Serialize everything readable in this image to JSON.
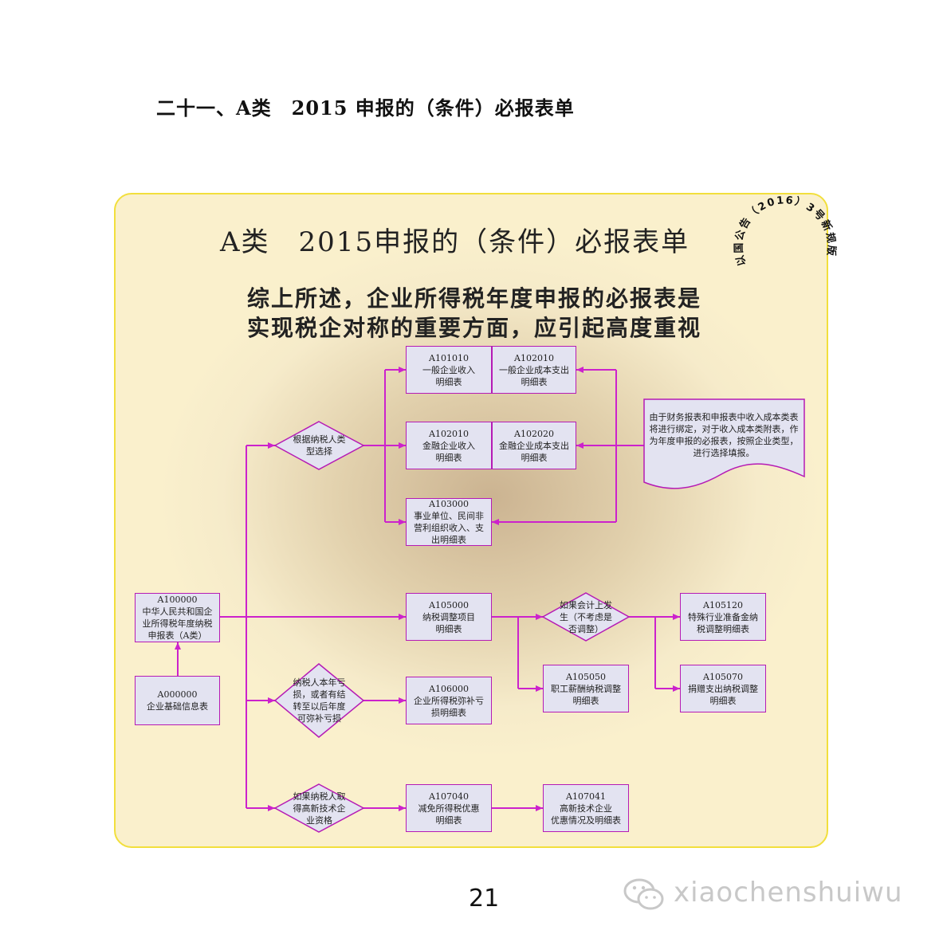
{
  "page": {
    "heading": "二十一、A类　2015 申报的（条件）必报表单",
    "page_number": "21",
    "watermark": "xiaochenshuiwu",
    "watermark_icon": "wechat-icon"
  },
  "panel": {
    "title": "A类　2015申报的（条件）必报表单",
    "summary_line1": "综上所述，企业所得税年度申报的必报表是",
    "summary_line2": "实现税企对称的重要方面，应引起高度重视",
    "stamp_text": "（2016）3号新规版",
    "stamp_left_text": "以国公告",
    "note": "由于财务报表和申报表中收入成本类表将进行绑定，对于收入成本类附表，作为年度申报的必报表，按照企业类型，进行选择填报。",
    "colors": {
      "panel_bg": "#faf0cc",
      "panel_border": "#f2df3c",
      "box_fill": "#e3e3f1",
      "connector": "#cc22cc"
    }
  },
  "nodes": {
    "a101010": {
      "code": "A101010",
      "l1": "一般企业收入",
      "l2": "明细表"
    },
    "a102010_general": {
      "code": "A102010",
      "l1": "一般企业成本支出",
      "l2": "明细表"
    },
    "a102010_fin": {
      "code": "A102010",
      "l1": "金融企业收入",
      "l2": "明细表"
    },
    "a102020": {
      "code": "A102020",
      "l1": "金融企业成本支出",
      "l2": "明细表"
    },
    "a103000": {
      "code": "A103000",
      "l1": "事业单位、民间非",
      "l2": "营利组织收入、支",
      "l3": "出明细表"
    },
    "a100000": {
      "code": "A100000",
      "l1": "中华人民共和国企",
      "l2": "业所得税年度纳税",
      "l3": "申报表（A类）"
    },
    "a000000": {
      "code": "A000000",
      "l1": "企业基础信息表"
    },
    "a105000": {
      "code": "A105000",
      "l1": "纳税调整项目",
      "l2": "明细表"
    },
    "a106000": {
      "code": "A106000",
      "l1": "企业所得税弥补亏",
      "l2": "损明细表"
    },
    "a107040": {
      "code": "A107040",
      "l1": "减免所得税优惠",
      "l2": "明细表"
    },
    "a105050": {
      "code": "A105050",
      "l1": "职工薪酬纳税调整",
      "l2": "明细表"
    },
    "a105120": {
      "code": "A105120",
      "l1": "特殊行业准备金纳",
      "l2": "税调整明细表"
    },
    "a105070": {
      "code": "A105070",
      "l1": "捐赠支出纳税调整",
      "l2": "明细表"
    },
    "a107041": {
      "code": "A107041",
      "l1": "高新技术企业",
      "l2": "优惠情况及明细表"
    }
  },
  "decisions": {
    "taxpayer_type": {
      "l1": "根据纳税人类",
      "l2": "型选择"
    },
    "loss": {
      "l1": "纳税人本年亏",
      "l2": "损，或者有结",
      "l3": "转至以后年度",
      "l4": "可弥补亏损"
    },
    "hightech": {
      "l1": "如果纳税人取",
      "l2": "得高新技术企",
      "l3": "业资格"
    },
    "accounting": {
      "l1": "如果会计上发",
      "l2": "生（不考虑是",
      "l3": "否调整）"
    }
  }
}
